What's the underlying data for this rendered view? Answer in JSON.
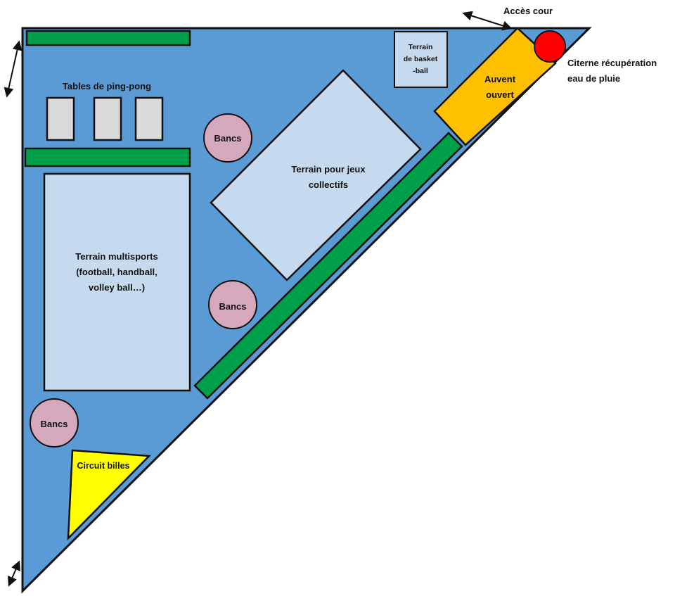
{
  "colors": {
    "yard": "#5b9bd5",
    "court": "#c5d9ef",
    "hedge": "#00a04a",
    "table": "#d9d9d9",
    "bench": "#d6a8bb",
    "awning": "#ffc000",
    "cistern": "#ff0000",
    "marble_track": "#ffff00",
    "outline": "#111111"
  },
  "labels": {
    "acces_cour": "Accès cour",
    "citerne_line1": "Citerne récupération",
    "citerne_line2": "eau de pluie",
    "ping_pong": "Tables de ping-pong",
    "basket_line1": "Terrain",
    "basket_line2": "de basket",
    "basket_line3": "-ball",
    "auvent_line1": "Auvent",
    "auvent_line2": "ouvert",
    "jeux_line1": "Terrain pour jeux",
    "jeux_line2": "collectifs",
    "multi_line1": "Terrain multisports",
    "multi_line2": "(football, handball,",
    "multi_line3": "volley ball…)",
    "bancs_1": "Bancs",
    "bancs_2": "Bancs",
    "bancs_3": "Bancs",
    "circuit_billes": "Circuit billes"
  },
  "icons": {
    "access_arrow": "double-arrow-icon"
  }
}
